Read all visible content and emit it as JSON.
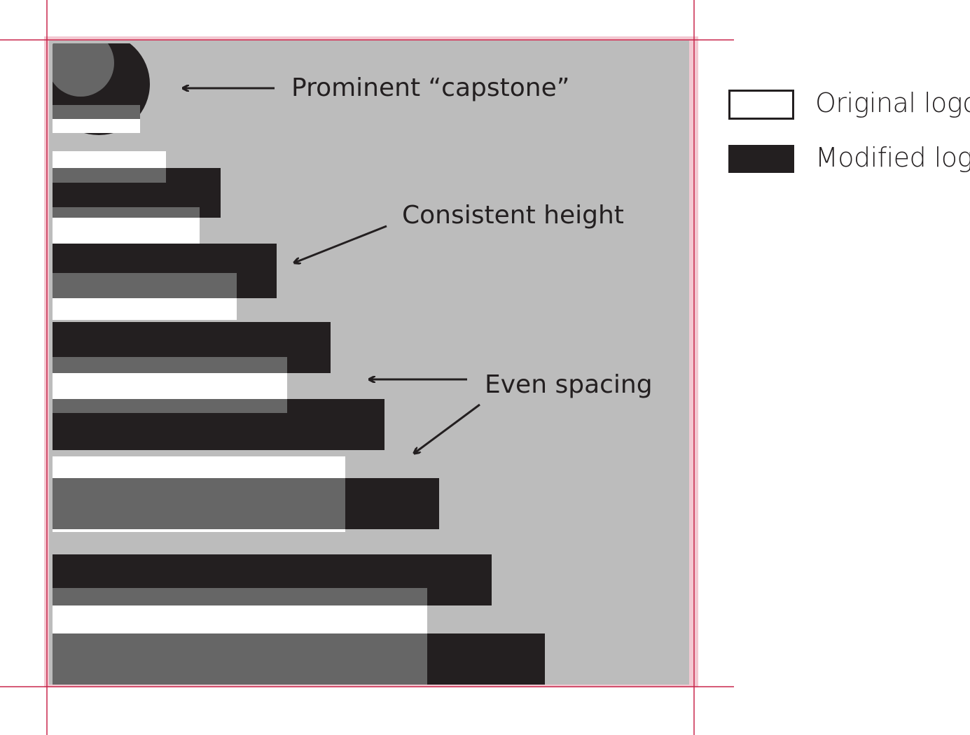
{
  "annotations": {
    "capstone": "Prominent “capstone”",
    "height": "Consistent height",
    "spacing": "Even spacing"
  },
  "legend": {
    "original": {
      "label": "Original logo",
      "fill": "#ffffff",
      "stroke": "#231f20"
    },
    "modified": {
      "label": "Modified logo",
      "fill": "#231f20"
    }
  },
  "colors": {
    "panel_background": "#bcbcbc",
    "guide_line": "#c8254b",
    "panel_glow": "#f0b8c4",
    "modified": "#231f20",
    "original": "#ffffff",
    "overlap": "#666666",
    "ink": "#231f20"
  }
}
